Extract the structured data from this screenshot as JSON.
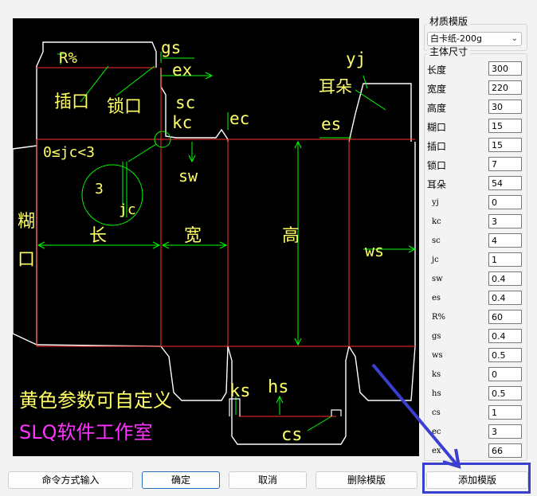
{
  "material_template": {
    "title": "材质模版",
    "selected": "白卡纸-200g"
  },
  "body_size": {
    "title": "主体尺寸",
    "params": [
      {
        "label": "长度",
        "value": "300",
        "small": false
      },
      {
        "label": "宽度",
        "value": "220",
        "small": false
      },
      {
        "label": "高度",
        "value": "30",
        "small": false
      },
      {
        "label": "糊口",
        "value": "15",
        "small": false
      },
      {
        "label": "插口",
        "value": "15",
        "small": false
      },
      {
        "label": "锁口",
        "value": "7",
        "small": false
      },
      {
        "label": "耳朵",
        "value": "54",
        "small": false
      },
      {
        "label": "yj",
        "value": "0",
        "small": true
      },
      {
        "label": "kc",
        "value": "3",
        "small": true
      },
      {
        "label": "sc",
        "value": "4",
        "small": true
      },
      {
        "label": "jc",
        "value": "1",
        "small": true
      },
      {
        "label": "sw",
        "value": "0.4",
        "small": true
      },
      {
        "label": "es",
        "value": "0.4",
        "small": true
      },
      {
        "label": "R%",
        "value": "60",
        "small": true
      },
      {
        "label": "gs",
        "value": "0.4",
        "small": true
      },
      {
        "label": "ws",
        "value": "0.5",
        "small": true
      },
      {
        "label": "ks",
        "value": "0",
        "small": true
      },
      {
        "label": "hs",
        "value": "0.5",
        "small": true
      },
      {
        "label": "cs",
        "value": "1",
        "small": true
      },
      {
        "label": "ec",
        "value": "3",
        "small": true
      },
      {
        "label": "ex",
        "value": "66",
        "small": true
      }
    ]
  },
  "buttons": {
    "command_input": "命令方式输入",
    "ok": "确定",
    "cancel": "取消",
    "delete_template": "删除模版",
    "add_template": "添加模版"
  },
  "diagram": {
    "labels": {
      "r_percent": "R%",
      "insert": "插口",
      "lock": "锁口",
      "gs": "gs",
      "ex": "ex",
      "sc": "sc",
      "kc": "kc",
      "ec": "ec",
      "yj": "yj",
      "ears": "耳朵",
      "es": "es",
      "jc_range": "0≤jc<3",
      "three": "3",
      "jc": "jc",
      "sw": "sw",
      "glue": "糊口",
      "length": "长",
      "width": "宽",
      "height": "高",
      "ws": "ws",
      "ks": "ks",
      "hs": "hs",
      "cs": "cs"
    },
    "caption_yellow": "黄色参数可自定义",
    "caption_magenta": "SLQ软件工作室",
    "colors": {
      "background": "#000000",
      "dim": "#00ff00",
      "param": "#ffff66",
      "cut": "#ffffff",
      "fold": "#ff3030",
      "brand": "#ff33ff",
      "highlight": "#3b3fcf"
    }
  }
}
